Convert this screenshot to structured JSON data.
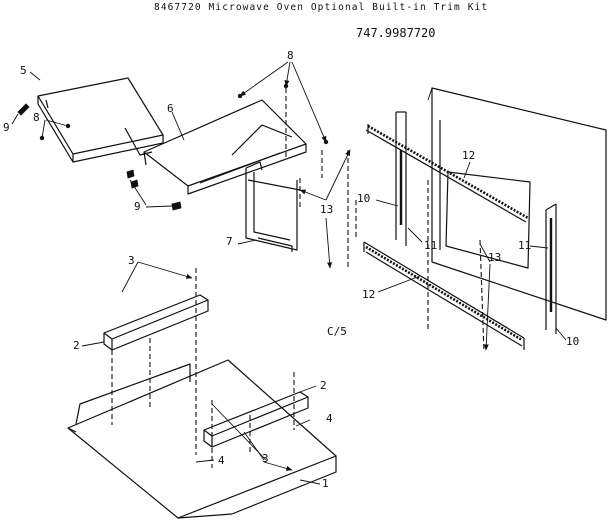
{
  "header": {
    "title": "8467720 Microwave Oven Optional Built-in Trim Kit",
    "part_number": "747.9987720"
  },
  "diagram": {
    "callouts": {
      "c1": "1",
      "c2a": "2",
      "c2b": "2",
      "c3a": "3",
      "c3b": "3",
      "c4a": "4",
      "c4b": "4",
      "c5": "5",
      "c6": "6",
      "c7": "7",
      "c8a": "8",
      "c8b": "8",
      "c9a": "9",
      "c9b": "9",
      "c10a": "10",
      "c10b": "10",
      "c11a": "11",
      "c11b": "11",
      "c12a": "12",
      "c12b": "12",
      "c13a": "13",
      "c13b": "13"
    },
    "code": "C/5"
  }
}
